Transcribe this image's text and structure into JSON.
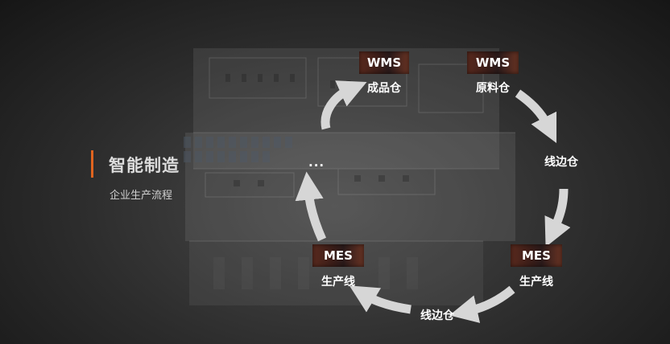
{
  "slide": {
    "title": "智能制造",
    "subtitle": "企业生产流程",
    "accent_color": "#e0641f"
  },
  "cycle": {
    "nodes": [
      {
        "tag": "WMS",
        "label": "成品仓"
      },
      {
        "tag": "WMS",
        "label": "原料仓"
      },
      {
        "tag": "",
        "label": "线边仓"
      },
      {
        "tag": "MES",
        "label": "生产线"
      },
      {
        "tag": "",
        "label": "线边仓"
      },
      {
        "tag": "MES",
        "label": "生产线"
      },
      {
        "tag": "",
        "label": "..."
      }
    ]
  }
}
